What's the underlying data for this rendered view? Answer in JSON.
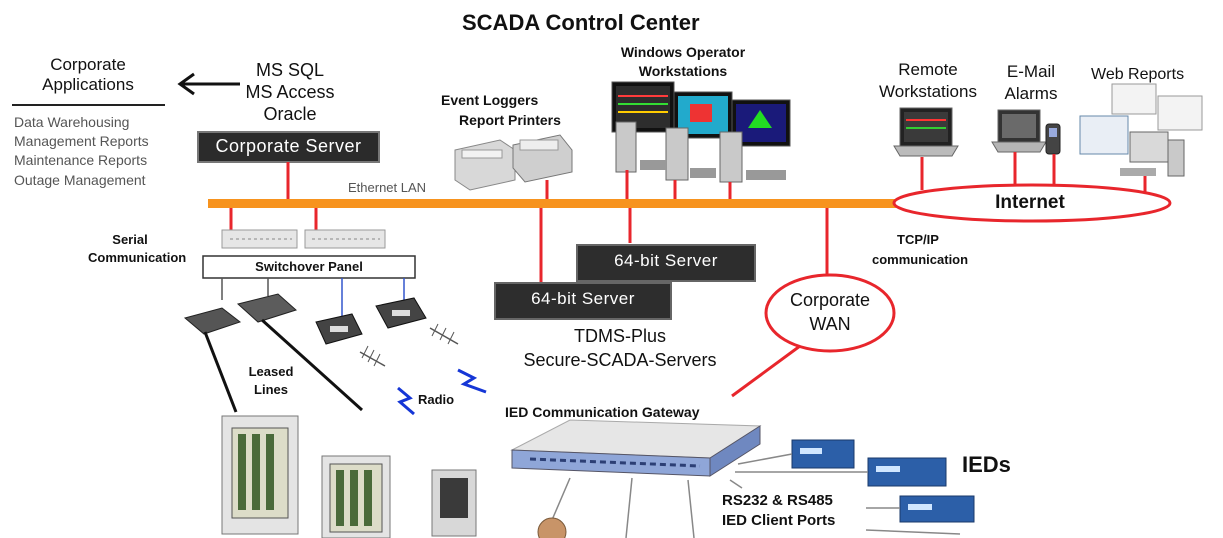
{
  "title": "SCADA Control Center",
  "corporate": {
    "heading_line1": "Corporate",
    "heading_line2": "Applications",
    "items": [
      "Data Warehousing",
      "Management Reports",
      "Maintenance Reports",
      "Outage Management"
    ]
  },
  "databases": [
    "MS SQL",
    "MS Access",
    "Oracle"
  ],
  "corporate_server": "Corporate Server",
  "event_loggers": "Event Loggers",
  "report_printers": "Report Printers",
  "windows_operator_line1": "Windows Operator",
  "windows_operator_line2": "Workstations",
  "remote_workstations_line1": "Remote",
  "remote_workstations_line2": "Workstations",
  "email_alarms_line1": "E-Mail",
  "email_alarms_line2": "Alarms",
  "web_reports": "Web Reports",
  "ethernet_lan": "Ethernet LAN",
  "internet": "Internet",
  "serial_comm_line1": "Serial",
  "serial_comm_line2": "Communication",
  "switchover_panel": "Switchover Panel",
  "tcpip_line1": "TCP/IP",
  "tcpip_line2": "communication",
  "server_64bit_a": "64-bit Server",
  "server_64bit_b": "64-bit Server",
  "tdms_line1": "TDMS-Plus",
  "tdms_line2": "Secure-SCADA-Servers",
  "corporate_wan_line1": "Corporate",
  "corporate_wan_line2": "WAN",
  "leased_lines_line1": "Leased",
  "leased_lines_line2": "Lines",
  "radio": "Radio",
  "ied_gateway": "IED Communication Gateway",
  "ieds": "IEDs",
  "rs_ports_line1": "RS232 & RS485",
  "rs_ports_line2": "IED Client Ports",
  "colors": {
    "lan": "#f7931e",
    "link": "#e8262c",
    "radio": "#1536d6",
    "server_dark": "#2a2a2a",
    "gateway": "#8fa6d8"
  }
}
